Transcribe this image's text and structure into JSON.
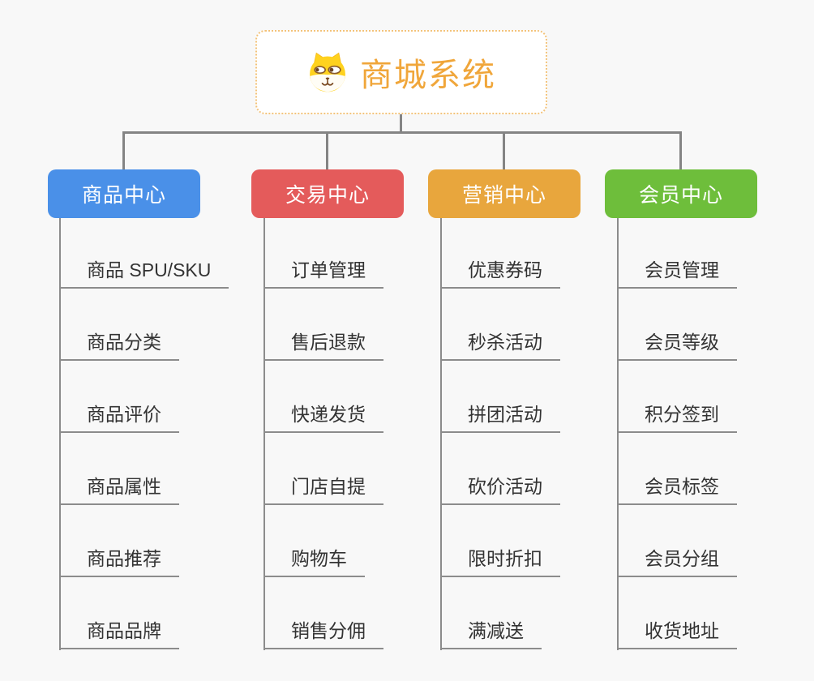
{
  "root": {
    "title": "商城系统",
    "icon": "dog-face-icon"
  },
  "branches": [
    {
      "label": "商品中心",
      "color": "#4a90e8",
      "children": [
        "商品 SPU/SKU",
        "商品分类",
        "商品评价",
        "商品属性",
        "商品推荐",
        "商品品牌"
      ]
    },
    {
      "label": "交易中心",
      "color": "#e45b5b",
      "children": [
        "订单管理",
        "售后退款",
        "快递发货",
        "门店自提",
        "购物车",
        "销售分佣"
      ]
    },
    {
      "label": "营销中心",
      "color": "#e8a63d",
      "children": [
        "优惠券码",
        "秒杀活动",
        "拼团活动",
        "砍价活动",
        "限时折扣",
        "满减送"
      ]
    },
    {
      "label": "会员中心",
      "color": "#6ebe3b",
      "children": [
        "会员管理",
        "会员等级",
        "积分签到",
        "会员标签",
        "会员分组",
        "收货地址"
      ]
    }
  ],
  "colors": {
    "background": "#f8f8f8",
    "connector": "#848484",
    "leaf_line": "#8c8c8c",
    "leaf_text": "#333333",
    "root_text": "#f0a63a",
    "root_border": "#f3c37a",
    "dog_yellow": "#ffd21e",
    "dog_face": "#fffdf5",
    "dog_brown": "#8a5a2a"
  }
}
